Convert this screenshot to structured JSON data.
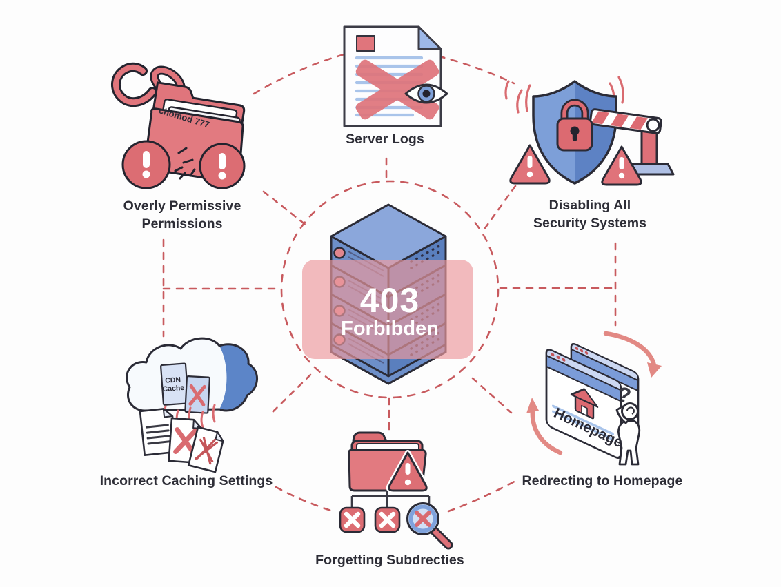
{
  "center": {
    "code": "403",
    "status": "Forbibden"
  },
  "nodes": {
    "permissions": {
      "label": "Overly Permissive\nPermissions",
      "folder_text": "chomod 777"
    },
    "server_logs": {
      "label": "Server Logs"
    },
    "security": {
      "label": "Disabling All\nSecurity Systems"
    },
    "caching": {
      "label": "Incorrect Caching Settings",
      "cloud_doc_text": "CDN\nCache"
    },
    "subdirectories": {
      "label": "Forgetting Subdrecties"
    },
    "redirect": {
      "label": "Redrecting to Homepage",
      "window_text": "Homepage",
      "question_mark": "?"
    }
  },
  "icons": [
    "chain-link-icon",
    "folder-icon",
    "warning-circle-icon",
    "log-document-icon",
    "eye-icon",
    "shield-icon",
    "padlock-icon",
    "barrier-icon",
    "warning-triangle-icon",
    "server-icon",
    "cloud-icon",
    "cached-file-icon",
    "file-icon",
    "subfolder-icon",
    "x-box-icon",
    "magnifier-icon",
    "browser-window-icon",
    "home-icon",
    "person-icon",
    "curved-arrow-icon"
  ],
  "colors": {
    "dash_red": "#c85a5e",
    "icon_red": "#e0757c",
    "icon_red_dark": "#dc6d73",
    "outline": "#23232e",
    "blue": "#6f94cc",
    "blue_light": "#8ba7db",
    "blue_dark": "#5a7fbe",
    "pale_blue": "#a9c4ea",
    "overlay_pink": "#ec9a9e",
    "arrow_salmon": "#e28984",
    "text": "#2d2d36"
  }
}
